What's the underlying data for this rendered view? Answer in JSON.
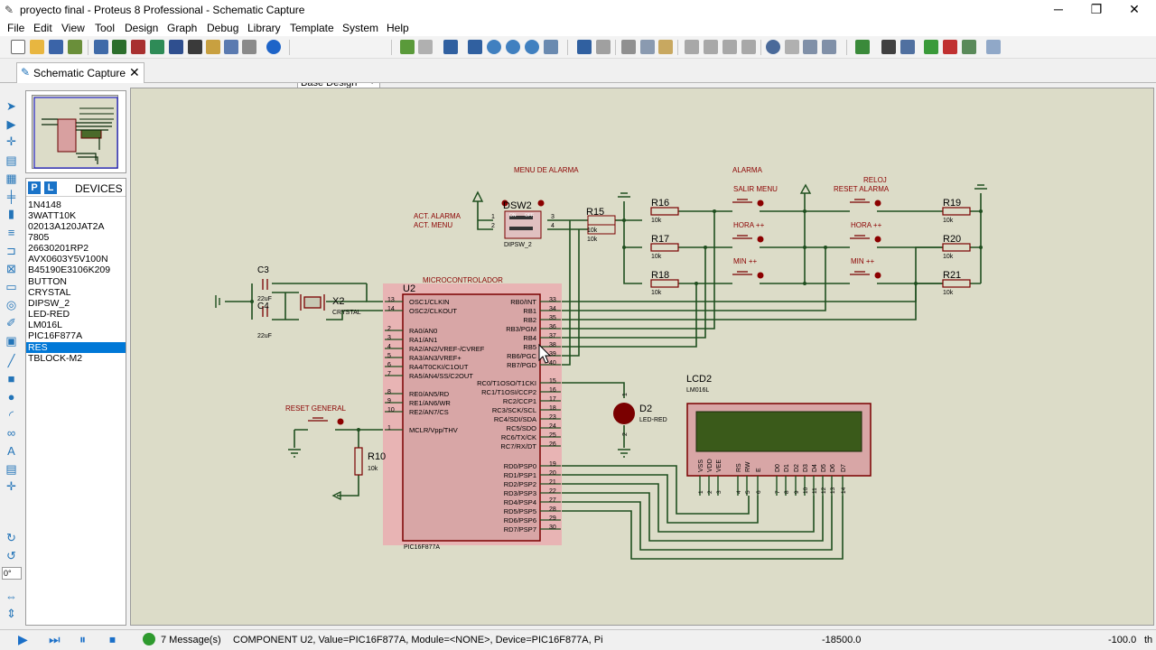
{
  "window": {
    "title": "proyecto final - Proteus 8 Professional - Schematic Capture",
    "minimize": "─",
    "restore": "❐",
    "close": "✕"
  },
  "menu": [
    "File",
    "Edit",
    "View",
    "Tool",
    "Design",
    "Graph",
    "Debug",
    "Library",
    "Template",
    "System",
    "Help"
  ],
  "toolbar": {
    "design_select": "Base Design"
  },
  "tab": {
    "label": "Schematic Capture",
    "close": "✕"
  },
  "devices": {
    "p_button": "P",
    "l_button": "L",
    "header": "DEVICES",
    "items": [
      "1N4148",
      "3WATT10K",
      "02013A120JAT2A",
      "7805",
      "26630201RP2",
      "AVX0603Y5V100N",
      "B45190E3106K209",
      "BUTTON",
      "CRYSTAL",
      "DIPSW_2",
      "LED-RED",
      "LM016L",
      "PIC16F877A",
      "RES",
      "TBLOCK-M2"
    ],
    "selected": "RES"
  },
  "rotation_field": "0°",
  "status": {
    "messages": "7 Message(s)",
    "component": "COMPONENT U2, Value=PIC16F877A, Module=<NONE>, Device=PIC16F877A, Pi",
    "coord_x": "-18500.0",
    "coord_y": "-100.0",
    "unit": "th"
  },
  "colors": {
    "canvas": "#dcdcc8",
    "wire": "#1f4f1f",
    "component": "#8b0000",
    "chip_fill": "#e8b4b4",
    "selection": "#0078d7",
    "lcd_screen": "#3a5a1a"
  },
  "schematic": {
    "labels": {
      "menu_alarma": "MENU DE ALARMA",
      "alarma": "ALARMA",
      "reloj": "RELOJ",
      "reset_alarma": "RESET ALARMA",
      "salir_menu": "SALIR MENU",
      "hora_pp_1": "HORA ++",
      "hora_pp_2": "HORA ++",
      "min_pp_1": "MIN ++",
      "min_pp_2": "MIN ++",
      "act_alarma": "ACT. ALARMA",
      "act_menu": "ACT. MENU",
      "microcontrolador": "MICROCONTROLADOR",
      "reset_general": "RESET GENERAL"
    },
    "parts": {
      "u2": "U2",
      "u2_type": "PIC16F877A",
      "dsw2": "DSW2",
      "dsw2_type": "DIPSW_2",
      "dsw_on": "ON",
      "dsw_off": "OFF",
      "x2": "X2",
      "x2_type": "CRYSTAL",
      "c3": "C3",
      "c4": "C4",
      "c3_val": "22uF",
      "c4_val": "22uF",
      "lcd2": "LCD2",
      "lcd2_type": "LM016L",
      "d2": "D2",
      "d2_type": "LED-RED",
      "r10": "R10",
      "r15": "R15",
      "r16": "R16",
      "r17": "R17",
      "r18": "R18",
      "r19": "R19",
      "r20": "R20",
      "r21": "R21",
      "rval_10": "10k",
      "rval_15a": "10k",
      "rval_15b": "10k",
      "rval_16": "10k",
      "rval_17": "10k",
      "rval_18": "10k",
      "rval_19": "10k",
      "rval_20": "10k",
      "rval_21": "10k"
    },
    "pins_left": [
      {
        "num": "13",
        "name": "OSC1/CLKIN"
      },
      {
        "num": "14",
        "name": "OSC2/CLKOUT"
      },
      {
        "num": "2",
        "name": "RA0/AN0"
      },
      {
        "num": "3",
        "name": "RA1/AN1"
      },
      {
        "num": "4",
        "name": "RA2/AN2/VREF-/CVREF"
      },
      {
        "num": "5",
        "name": "RA3/AN3/VREF+"
      },
      {
        "num": "6",
        "name": "RA4/T0CKI/C1OUT"
      },
      {
        "num": "7",
        "name": "RA5/AN4/SS/C2OUT"
      },
      {
        "num": "8",
        "name": "RE0/AN5/RD"
      },
      {
        "num": "9",
        "name": "RE1/AN6/WR"
      },
      {
        "num": "10",
        "name": "RE2/AN7/CS"
      },
      {
        "num": "1",
        "name": "MCLR/Vpp/THV"
      }
    ],
    "pins_right": [
      {
        "num": "33",
        "name": "RB0/INT"
      },
      {
        "num": "34",
        "name": "RB1"
      },
      {
        "num": "35",
        "name": "RB2"
      },
      {
        "num": "36",
        "name": "RB3/PGM"
      },
      {
        "num": "37",
        "name": "RB4"
      },
      {
        "num": "38",
        "name": "RB5"
      },
      {
        "num": "39",
        "name": "RB6/PGC"
      },
      {
        "num": "40",
        "name": "RB7/PGD"
      },
      {
        "num": "15",
        "name": "RC0/T1OSO/T1CKI"
      },
      {
        "num": "16",
        "name": "RC1/T1OSI/CCP2"
      },
      {
        "num": "17",
        "name": "RC2/CCP1"
      },
      {
        "num": "18",
        "name": "RC3/SCK/SCL"
      },
      {
        "num": "23",
        "name": "RC4/SDI/SDA"
      },
      {
        "num": "24",
        "name": "RC5/SDO"
      },
      {
        "num": "25",
        "name": "RC6/TX/CK"
      },
      {
        "num": "26",
        "name": "RC7/RX/DT"
      },
      {
        "num": "19",
        "name": "RD0/PSP0"
      },
      {
        "num": "20",
        "name": "RD1/PSP1"
      },
      {
        "num": "21",
        "name": "RD2/PSP2"
      },
      {
        "num": "22",
        "name": "RD3/PSP3"
      },
      {
        "num": "27",
        "name": "RD4/PSP4"
      },
      {
        "num": "28",
        "name": "RD5/PSP5"
      },
      {
        "num": "29",
        "name": "RD6/PSP6"
      },
      {
        "num": "30",
        "name": "RD7/PSP7"
      }
    ],
    "lcd_pins": [
      {
        "name": "VSS",
        "num": "1"
      },
      {
        "name": "VDD",
        "num": "2"
      },
      {
        "name": "VEE",
        "num": "3"
      },
      {
        "name": "RS",
        "num": "4"
      },
      {
        "name": "RW",
        "num": "5"
      },
      {
        "name": "E",
        "num": "6"
      },
      {
        "name": "D0",
        "num": "7"
      },
      {
        "name": "D1",
        "num": "8"
      },
      {
        "name": "D2",
        "num": "9"
      },
      {
        "name": "D3",
        "num": "10"
      },
      {
        "name": "D4",
        "num": "11"
      },
      {
        "name": "D5",
        "num": "12"
      },
      {
        "name": "D6",
        "num": "13"
      },
      {
        "name": "D7",
        "num": "14"
      }
    ],
    "dsw_pins": {
      "p1": "1",
      "p2": "2",
      "p3": "3",
      "p4": "4"
    },
    "d2_pins": {
      "p1": "1",
      "p2": "2"
    }
  }
}
